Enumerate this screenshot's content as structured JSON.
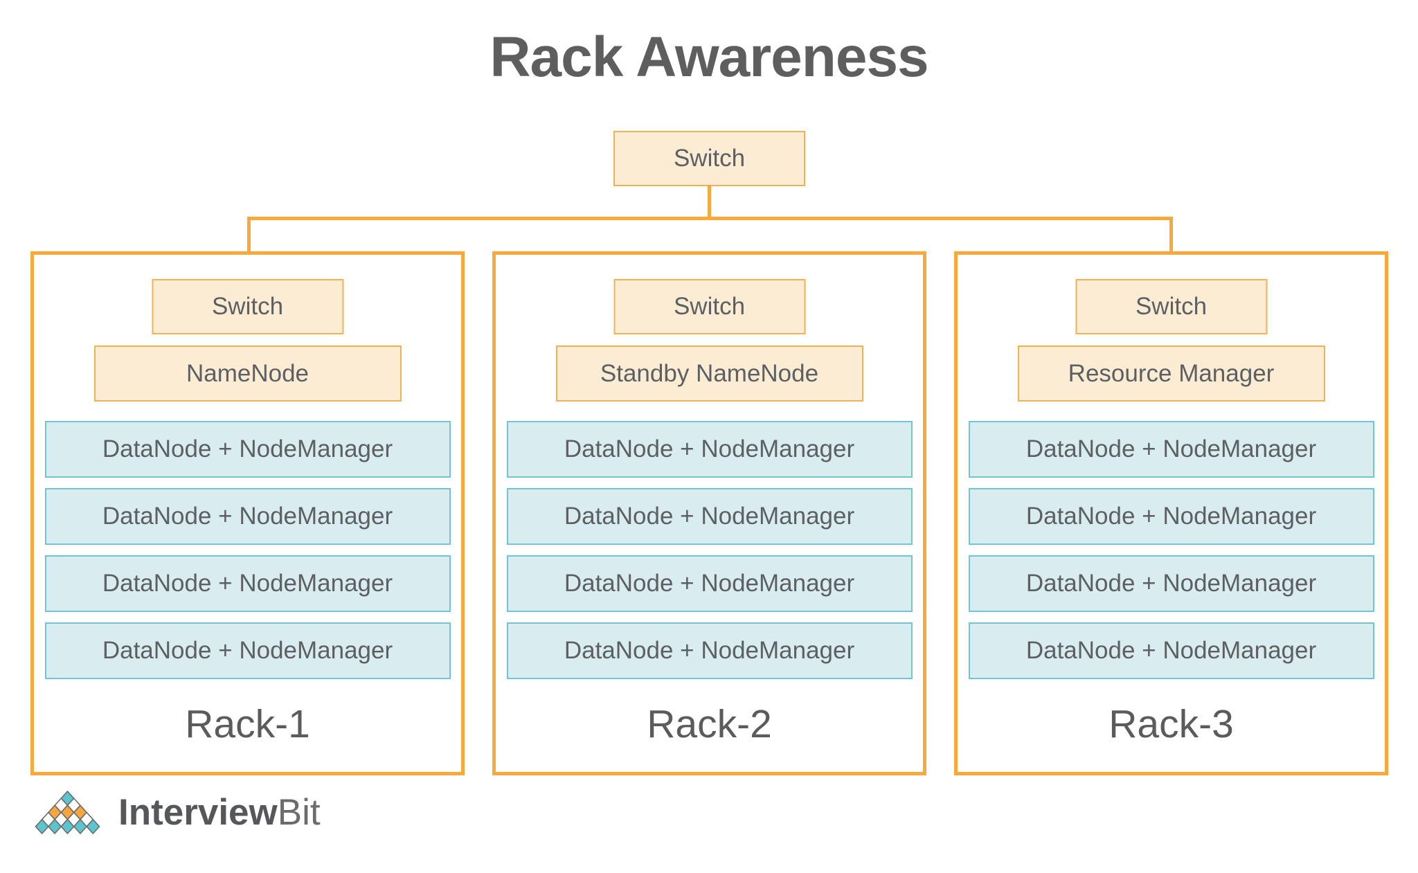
{
  "title": "Rack Awareness",
  "core_switch": {
    "label": "Switch"
  },
  "racks": [
    {
      "rack_label": "Rack-1",
      "switch_label": "Switch",
      "role_label": "NameNode",
      "nodes": [
        "DataNode + NodeManager",
        "DataNode + NodeManager",
        "DataNode + NodeManager",
        "DataNode + NodeManager"
      ]
    },
    {
      "rack_label": "Rack-2",
      "switch_label": "Switch",
      "role_label": "Standby NameNode",
      "nodes": [
        "DataNode + NodeManager",
        "DataNode + NodeManager",
        "DataNode + NodeManager",
        "DataNode + NodeManager"
      ]
    },
    {
      "rack_label": "Rack-3",
      "switch_label": "Switch",
      "role_label": "Resource Manager",
      "nodes": [
        "DataNode + NodeManager",
        "DataNode + NodeManager",
        "DataNode + NodeManager",
        "DataNode + NodeManager"
      ]
    }
  ],
  "logo": {
    "brand_primary": "Interview",
    "brand_secondary": "Bit"
  },
  "colors": {
    "peach_fill": "#fcecd4",
    "peach_border": "#f0b255",
    "teal_fill": "#d9edf0",
    "teal_border": "#6fc6d2",
    "rack_border_and_lines": "#f8a93c",
    "box_text": "#5c6063",
    "title_text": "#5e5e5e",
    "logo_teal": "#5bc4cd",
    "logo_orange": "#f4a73e",
    "logo_outline": "#6b6b6b"
  }
}
